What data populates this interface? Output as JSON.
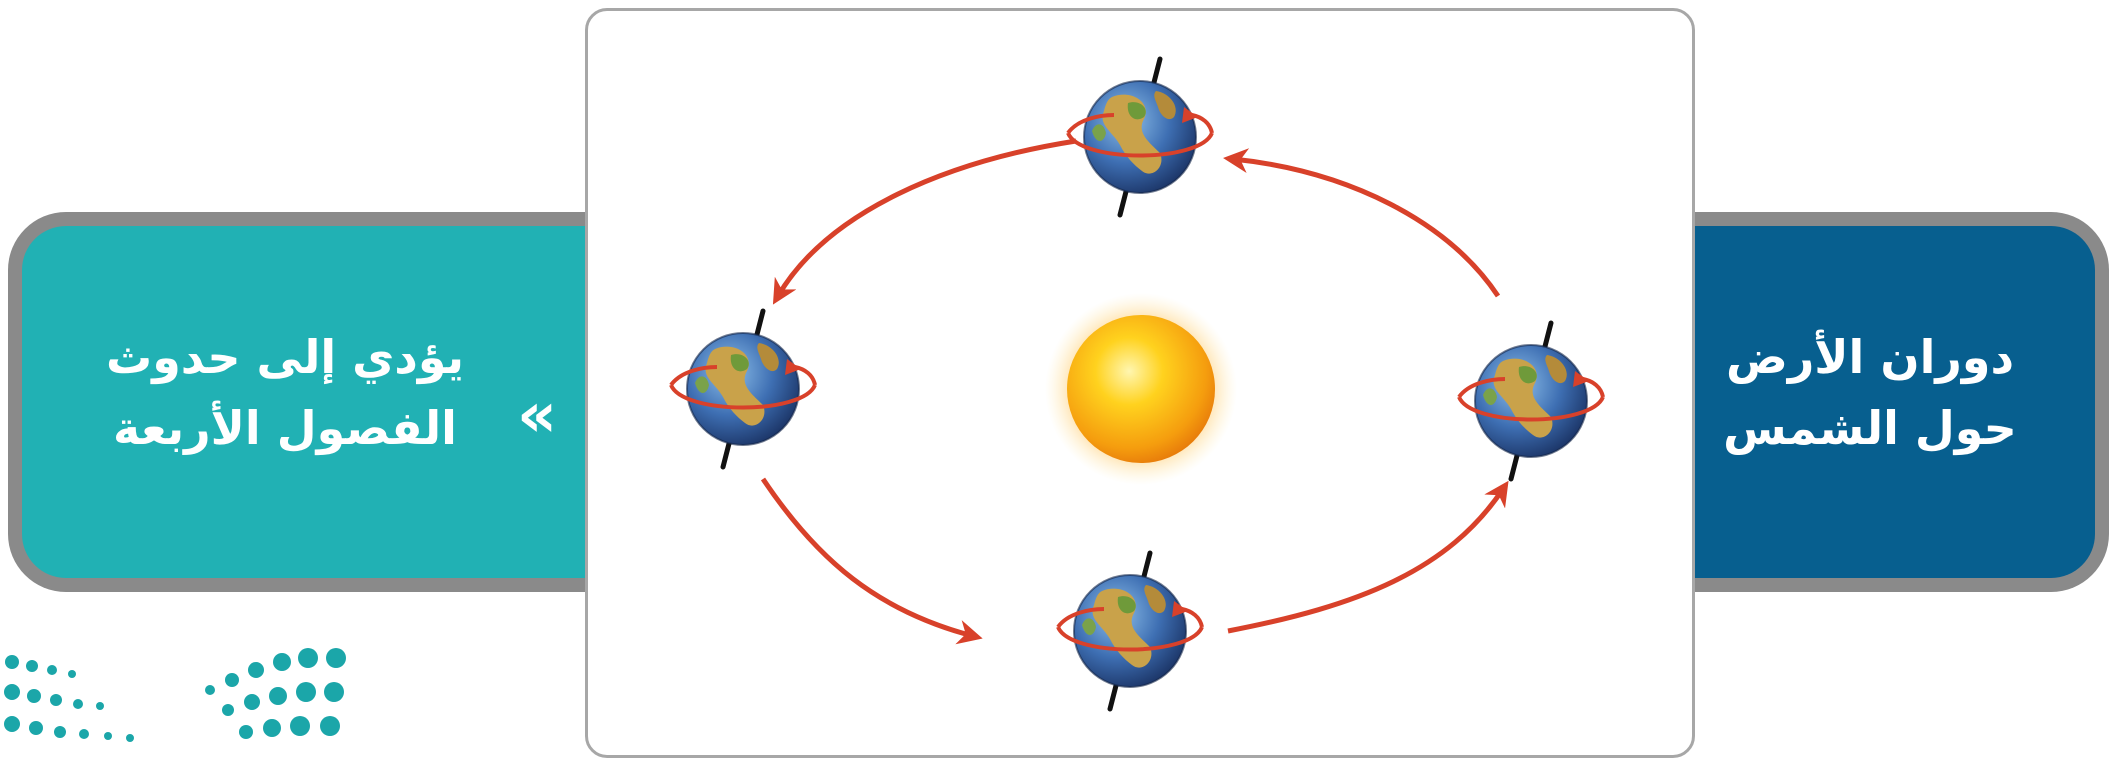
{
  "left_box": {
    "line1": "يؤدي إلى حدوث",
    "line2": "الفصول الأربعة",
    "arrow_icon": "double-chevron-left-icon",
    "color": "#21b1b4"
  },
  "right_box": {
    "line1": "دوران الأرض",
    "line2": "حول الشمس",
    "color": "#075f8f"
  },
  "diagram": {
    "center": "sun-icon",
    "orbit_positions": [
      "earth-top",
      "earth-left",
      "earth-bottom",
      "earth-right"
    ],
    "arrow_color": "#d8412a"
  }
}
